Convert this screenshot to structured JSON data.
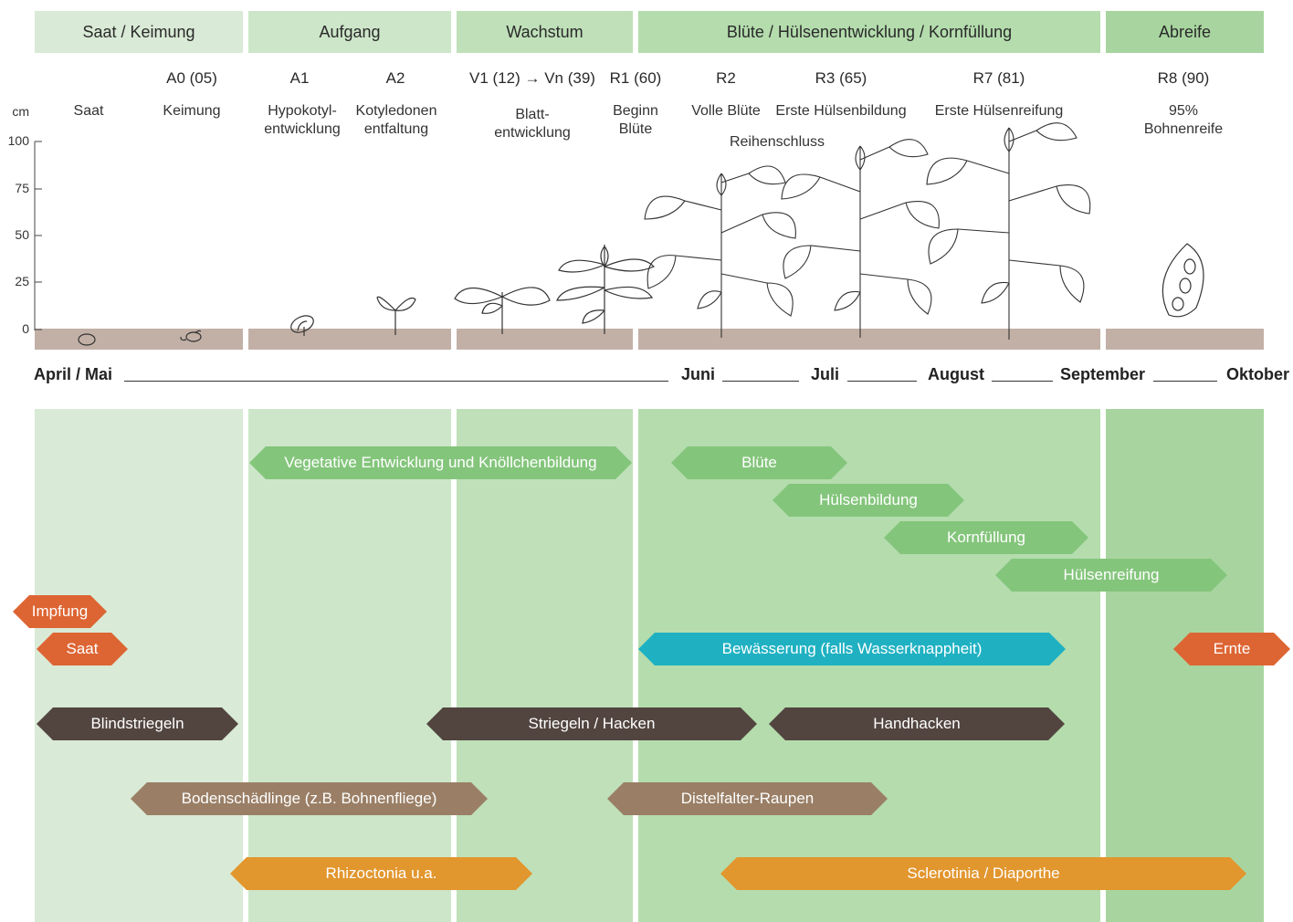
{
  "stages": [
    {
      "label": "Saat / Keimung",
      "color": "#d9ead6"
    },
    {
      "label": "Aufgang",
      "color": "#cde6c9"
    },
    {
      "label": "Wachstum",
      "color": "#bfe0b9"
    },
    {
      "label": "Blüte / Hülsenentwicklung / Kornfüllung",
      "color": "#b4dcad"
    },
    {
      "label": "Abreife",
      "color": "#a8d59f"
    }
  ],
  "growth_codes": [
    {
      "code": "A0 (05)",
      "desc": "Keimung"
    },
    {
      "code": "A1",
      "desc": "Hypokotyl-\nentwicklung"
    },
    {
      "code": "A2",
      "desc": "Kotyledonen\nentfaltung"
    },
    {
      "code": "V1 (12) → Vn (39)",
      "desc": "Blatt-\nentwicklung"
    },
    {
      "code": "R1 (60)",
      "desc": "Beginn\nBlüte"
    },
    {
      "code": "R2",
      "desc": "Volle Blüte"
    },
    {
      "code": "R3 (65)",
      "desc": "Erste Hülsenbildung"
    },
    {
      "code": "R7 (81)",
      "desc": "Erste Hülsenreifung"
    },
    {
      "code": "R8 (90)",
      "desc": "95%\nBohnenreife"
    }
  ],
  "saat_label": "Saat",
  "reihenschluss_label": "Reihenschluss",
  "height_axis": {
    "unit": "cm",
    "ticks": [
      "100",
      "75",
      "50",
      "25",
      "0"
    ]
  },
  "months": [
    "April / Mai",
    "Juni",
    "Juli",
    "August",
    "September",
    "Oktober"
  ],
  "phases": [
    {
      "label": "Vegetative Entwicklung und Knöllchenbildung",
      "color": "#84c57c"
    },
    {
      "label": "Blüte",
      "color": "#84c57c"
    },
    {
      "label": "Hülsenbildung",
      "color": "#84c57c"
    },
    {
      "label": "Kornfüllung",
      "color": "#84c57c"
    },
    {
      "label": "Hülsenreifung",
      "color": "#84c57c"
    }
  ],
  "activities": [
    {
      "label": "Impfung",
      "color": "#dd6533"
    },
    {
      "label": "Saat",
      "color": "#dd6533"
    },
    {
      "label": "Ernte",
      "color": "#dd6533"
    },
    {
      "label": "Bewässerung (falls Wasserknappheit)",
      "color": "#1fb1c2"
    },
    {
      "label": "Blindstriegeln",
      "color": "#524540"
    },
    {
      "label": "Striegeln / Hacken",
      "color": "#524540"
    },
    {
      "label": "Handhacken",
      "color": "#524540"
    },
    {
      "label": "Bodenschädlinge (z.B. Bohnenfliege)",
      "color": "#9a7f66"
    },
    {
      "label": "Distelfalter-Raupen",
      "color": "#9a7f66"
    },
    {
      "label": "Rhizoctonia u.a.",
      "color": "#e2962e"
    },
    {
      "label": "Sclerotinia / Diaporthe",
      "color": "#e2962e"
    }
  ]
}
